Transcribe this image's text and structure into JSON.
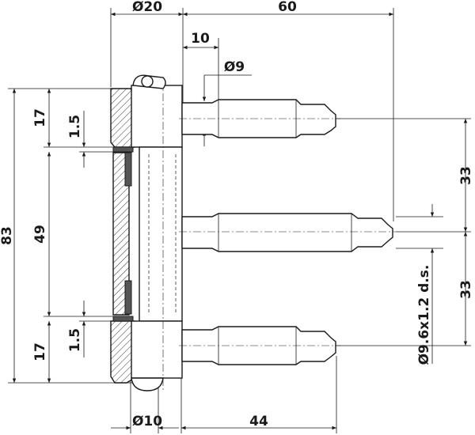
{
  "dimensions": {
    "d20": "Ø20",
    "len60": "60",
    "len10": "10",
    "d9": "Ø9",
    "h17_top": "17",
    "h1_5_top": "1.5",
    "h83": "83",
    "h49": "49",
    "h1_5_bottom": "1.5",
    "h17_bottom": "17",
    "v33_top": "33",
    "v33_bottom": "33",
    "thread": "Ø9.6x1.2 d.s.",
    "d10": "Ø10",
    "len44": "44"
  }
}
